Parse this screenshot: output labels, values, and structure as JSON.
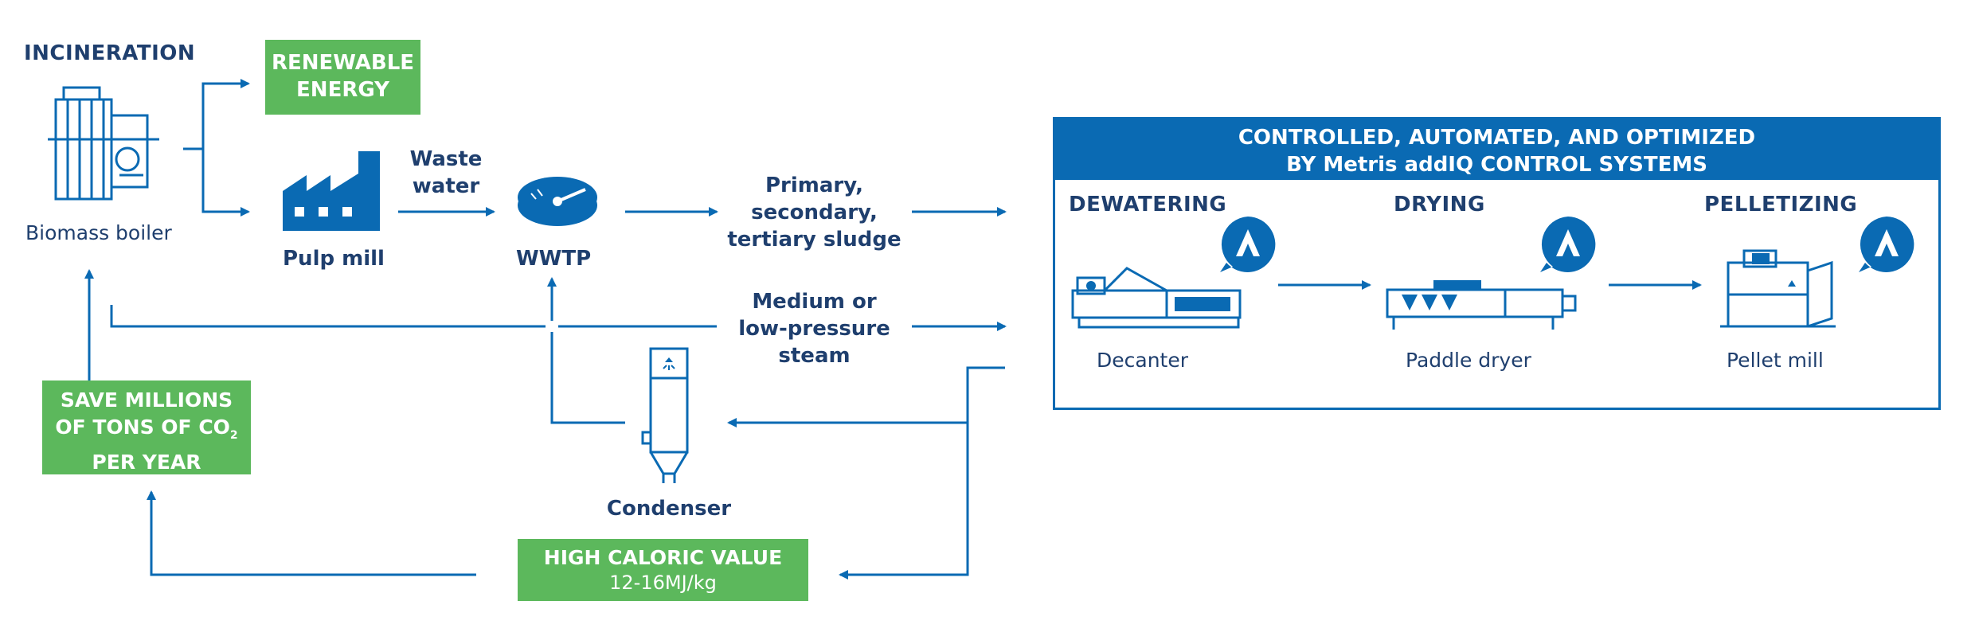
{
  "incineration": {
    "title": "INCINERATION",
    "boiler_label": "Biomass boiler"
  },
  "renewable_energy": {
    "line1": "RENEWABLE",
    "line2": "ENERGY"
  },
  "pulp_mill": {
    "label": "Pulp mill"
  },
  "waste_water": {
    "line1": "Waste",
    "line2": "water"
  },
  "wwtp": {
    "label": "WWTP"
  },
  "sludge": {
    "line1": "Primary,",
    "line2": "secondary,",
    "line3": "tertiary sludge"
  },
  "steam": {
    "line1": "Medium or",
    "line2": "low-pressure",
    "line3": "steam"
  },
  "condenser": {
    "label": "Condenser"
  },
  "save_co2": {
    "line1": "SAVE MILLIONS",
    "line2": "OF TONS OF CO",
    "subscript": "2",
    "line3": "PER YEAR"
  },
  "high_caloric": {
    "title": "HIGH CALORIC VALUE",
    "value": "12-16MJ/kg"
  },
  "control_box": {
    "header_line1": "CONTROLLED, AUTOMATED, AND OPTIMIZED",
    "header_line2": "BY Metris addIQ CONTROL SYSTEMS",
    "stages": [
      {
        "title": "DEWATERING",
        "equipment": "Decanter"
      },
      {
        "title": "DRYING",
        "equipment": "Paddle dryer"
      },
      {
        "title": "PELLETIZING",
        "equipment": "Pellet mill"
      }
    ]
  },
  "colors": {
    "navy": "#1f3f6e",
    "blue": "#0a6ab3",
    "green": "#5cb85c",
    "white": "#ffffff"
  }
}
